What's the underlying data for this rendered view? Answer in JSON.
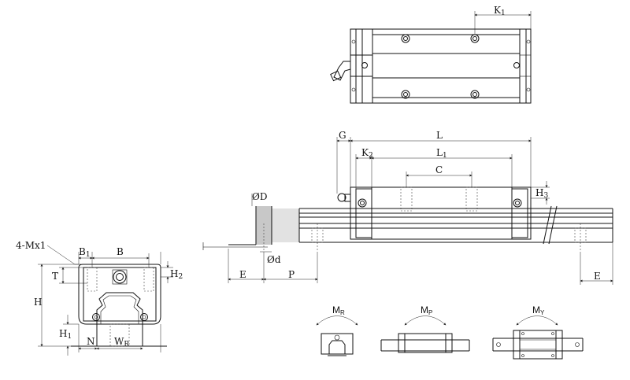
{
  "top_view": {
    "k1": "K",
    "k1_sub": "1"
  },
  "side_view": {
    "g": "G",
    "l": "L",
    "k2": "K",
    "k2_sub": "2",
    "l1": "L",
    "l1_sub": "1",
    "c": "C",
    "h3": "H",
    "h3_sub": "3",
    "d_big": "D",
    "d_small": "d",
    "e_left": "E",
    "p": "P",
    "e_right": "E"
  },
  "end_view": {
    "bolt": "4-Mx1",
    "b1": "B",
    "b1_sub": "1",
    "b": "B",
    "t": "T",
    "h2": "H",
    "h2_sub": "2",
    "h": "H",
    "h1": "H",
    "h1_sub": "1",
    "n": "N",
    "wr": "W",
    "wr_sub": "R"
  },
  "moments": [
    {
      "label": "M",
      "sub": "R"
    },
    {
      "label": "M",
      "sub": "P"
    },
    {
      "label": "M",
      "sub": "Y"
    }
  ]
}
